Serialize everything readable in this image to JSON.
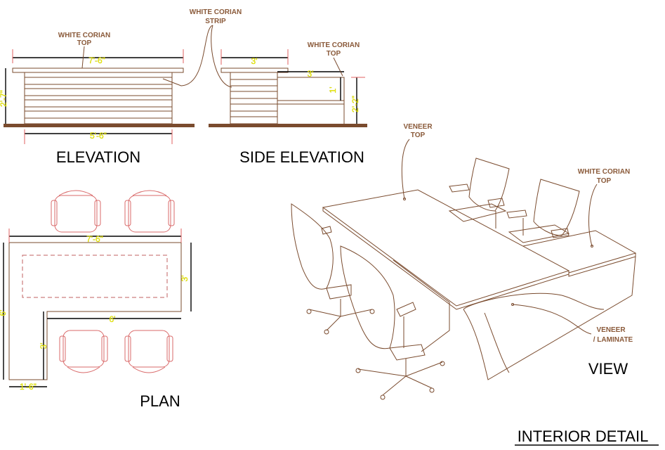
{
  "titles": {
    "elevation": "ELEVATION",
    "side_elevation": "SIDE ELEVATION",
    "plan": "PLAN",
    "view": "VIEW",
    "sheet": "INTERIOR DETAIL"
  },
  "labels": {
    "elev_top_1": "WHITE CORIAN",
    "elev_top_2": "TOP",
    "strip_1": "WHITE CORIAN",
    "strip_2": "STRIP",
    "side_top_1": "WHITE CORIAN",
    "side_top_2": "TOP",
    "veneer_top_1": "VENEER",
    "veneer_top_2": "TOP",
    "view_top_1": "WHITE CORIAN",
    "view_top_2": "TOP",
    "veneer_lam_1": "VENEER",
    "veneer_lam_2": "/ LAMINATE"
  },
  "dimensions": {
    "elev_width": "7'-6\"",
    "elev_height": "2'-7\"",
    "elev_base": "5'-6\"",
    "side_top": "3'",
    "side_ext": "3'",
    "side_drop": "1'",
    "side_height": "2'-2\"",
    "plan_width": "7'-6\"",
    "plan_depth": "3'",
    "plan_left": "6'",
    "plan_inner": "6'",
    "plan_return": "3'",
    "plan_bottom": "1'-6\""
  },
  "colors": {
    "linework": "#7a4b2e",
    "dimension_text": "#ffff00",
    "chair_plan": "#d96a6a",
    "label_text": "#8a5a3a"
  }
}
